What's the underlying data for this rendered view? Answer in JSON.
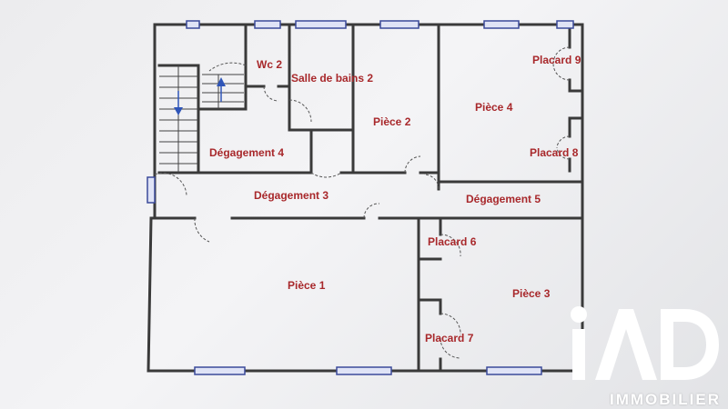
{
  "rooms": {
    "wc2": "Wc 2",
    "salle_de_bains_2": "Salle de bains 2",
    "placard9": "Placard 9",
    "piece4": "Pièce 4",
    "piece2": "Pièce 2",
    "degagement4": "Dégagement 4",
    "placard8": "Placard 8",
    "degagement3": "Dégagement 3",
    "degagement5": "Dégagement 5",
    "placard6": "Placard 6",
    "piece1": "Pièce 1",
    "piece3": "Pièce 3",
    "placard7": "Placard 7"
  },
  "logo": {
    "brand": "iAD",
    "subtitle": "IMMOBILIER"
  },
  "colors": {
    "room_label": "#a8282b",
    "wall": "#3a3a3a",
    "window": "#3b4a9a",
    "stair_arrow": "#2f55b8"
  }
}
